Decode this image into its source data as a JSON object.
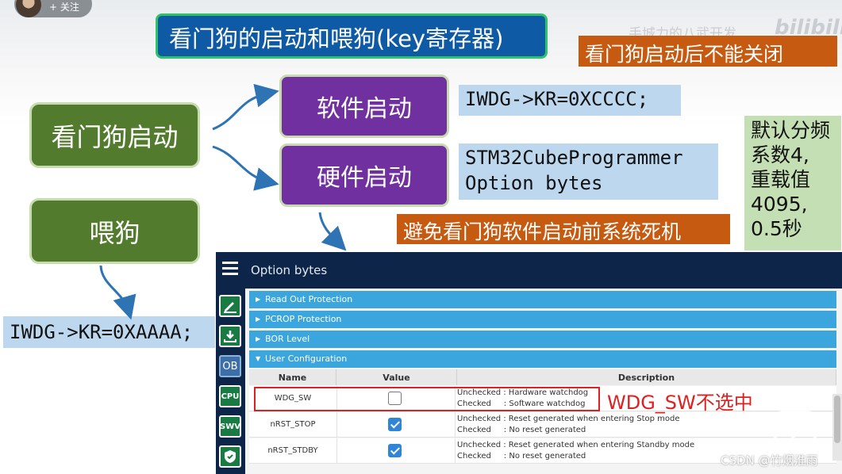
{
  "video": {
    "follow_label": "+ 关注",
    "watermark": "手城力的八武开发",
    "watermark_logo": "bilibili",
    "csdn": "CSDN @竹烟淮雨"
  },
  "slide": {
    "title": "看门狗的启动和喂狗(key寄存器)",
    "note_cannot_close": "看门狗启动后不能关闭",
    "start_box": "看门狗启动",
    "feed_box": "喂狗",
    "software_start": "软件启动",
    "hardware_start": "硬件启动",
    "software_code": "IWDG->KR=0XCCCC;",
    "hardware_code": "STM32CubeProgrammer\nOption bytes",
    "note_avoid": "避免看门狗软件启动前系统死机",
    "feed_code": "IWDG->KR=0XAAAA;",
    "default_note": "默认分频\n系数4,\n重载值\n4095,\n0.5秒",
    "wdg_note": "WDG_SW不选中"
  },
  "app": {
    "header_title": "Option bytes",
    "sidebar": [
      {
        "name": "edit",
        "label": ""
      },
      {
        "name": "download",
        "label": ""
      },
      {
        "name": "ob",
        "label": "OB"
      },
      {
        "name": "cpu",
        "label": "CPU"
      },
      {
        "name": "swv",
        "label": "SWV"
      },
      {
        "name": "security",
        "label": ""
      }
    ],
    "sections": [
      {
        "label": "Read Out Protection",
        "expanded": false
      },
      {
        "label": "PCROP Protection",
        "expanded": false
      },
      {
        "label": "BOR Level",
        "expanded": false
      },
      {
        "label": "User Configuration",
        "expanded": true
      }
    ],
    "table": {
      "headers": [
        "Name",
        "Value",
        "Description"
      ],
      "rows": [
        {
          "name": "WDG_SW",
          "checked": false,
          "desc": "Unchecked : Hardware watchdog\nChecked     : Software watchdog"
        },
        {
          "name": "nRST_STOP",
          "checked": true,
          "desc": "Unchecked : Reset generated when entering Stop mode\nChecked     : No reset generated"
        },
        {
          "name": "nRST_STDBY",
          "checked": true,
          "desc": "Unchecked : Reset generated when entering Standby mode\nChecked     : No reset generated"
        }
      ]
    }
  },
  "colors": {
    "title_bg": "#0f5aa5",
    "green_box": "#527b2e",
    "purple_box": "#7130a0",
    "orange_note": "#c65a11",
    "code_bg": "#bdd7ee",
    "app_dark": "#0c2548",
    "section_blue": "#3aa6dd",
    "highlight_red": "#e02020"
  }
}
